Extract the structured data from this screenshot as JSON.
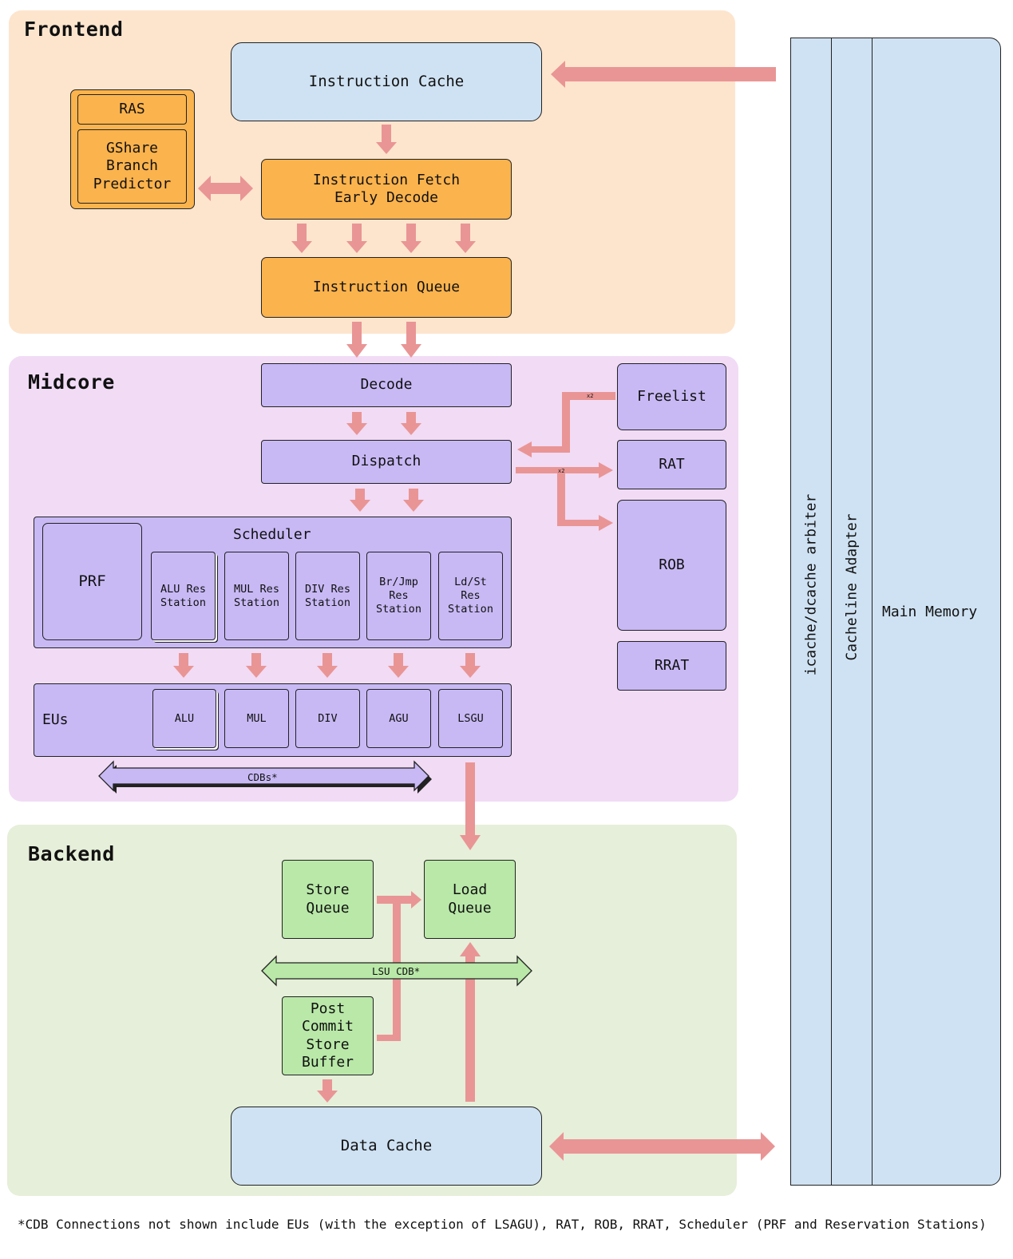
{
  "regions": {
    "frontend": "Frontend",
    "midcore": "Midcore",
    "backend": "Backend"
  },
  "frontend": {
    "instruction_cache": "Instruction Cache",
    "ras": "RAS",
    "gshare": "GShare\nBranch\nPredictor",
    "fetch": "Instruction Fetch\nEarly Decode",
    "instruction_queue": "Instruction Queue"
  },
  "midcore": {
    "decode": "Decode",
    "dispatch": "Dispatch",
    "freelist": "Freelist",
    "rat": "RAT",
    "rob": "ROB",
    "rrat": "RRAT",
    "scheduler": "Scheduler",
    "prf": "PRF",
    "stations": [
      "ALU Res\nStation",
      "MUL Res\nStation",
      "DIV Res\nStation",
      "Br/Jmp\nRes\nStation",
      "Ld/St\nRes\nStation"
    ],
    "eus_label": "EUs",
    "eus": [
      "ALU",
      "MUL",
      "DIV",
      "AGU",
      "LSGU"
    ],
    "cdbs": "CDBs*",
    "freelist_mult": "x2",
    "rat_mult": "x2"
  },
  "backend": {
    "store_queue": "Store\nQueue",
    "load_queue": "Load\nQueue",
    "lsu_cdb": "LSU CDB*",
    "pcsb": "Post\nCommit\nStore\nBuffer",
    "data_cache": "Data Cache"
  },
  "memory": {
    "arbiter": "icache/dcache arbiter",
    "adapter": "Cacheline Adapter",
    "main_memory": "Main Memory"
  },
  "footnote": "*CDB Connections not shown include EUs (with the exception of LSAGU), RAT, ROB, RRAT, Scheduler (PRF and Reservation Stations)",
  "colors": {
    "frontend_bg": "#fde5cd",
    "midcore_bg": "#f1dbf5",
    "backend_bg": "#e6efd9",
    "arrow": "#e99595"
  }
}
